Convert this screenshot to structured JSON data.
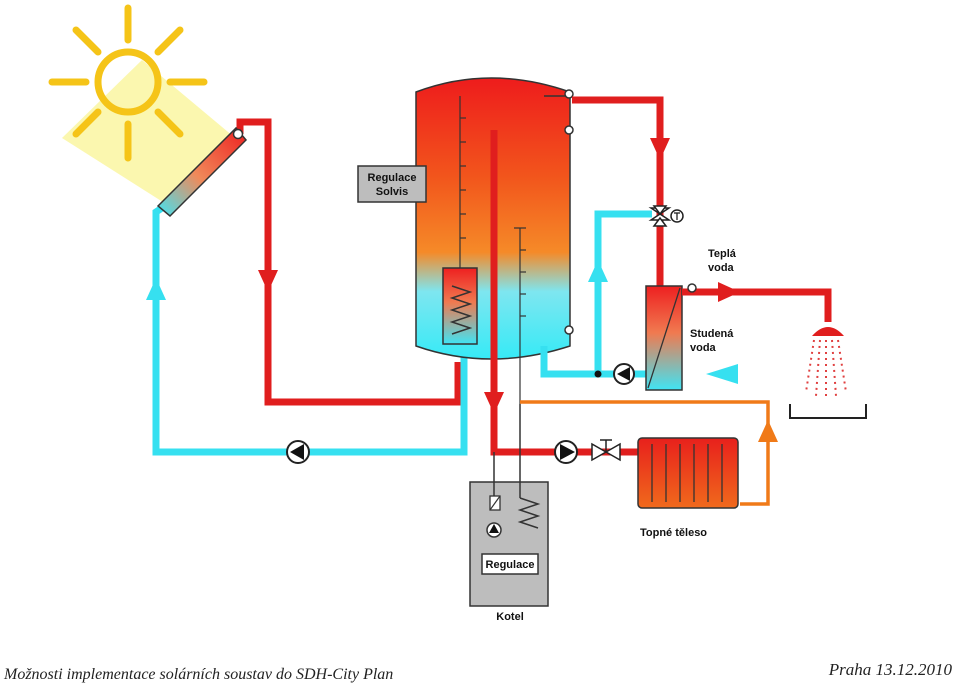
{
  "labels": {
    "regulace_solvis_line1": "Regulace",
    "regulace_solvis_line2": "Solvis",
    "tepla_line1": "Teplá",
    "tepla_line2": "voda",
    "studena_line1": "Studená",
    "studena_line2": "voda",
    "topne_teleso": "Topné těleso",
    "regulace_kotel": "Regulace",
    "kotel": "Kotel"
  },
  "footer": {
    "left": "Možnosti implementace solárních soustav do SDH-City Plan",
    "right": "Praha 13.12.2010"
  },
  "colors": {
    "hot": "#e01e1e",
    "cold": "#36e0f0",
    "orange_pipe": "#f07a18",
    "sun": "#f5c418",
    "gray_box": "#bdbdbd"
  }
}
